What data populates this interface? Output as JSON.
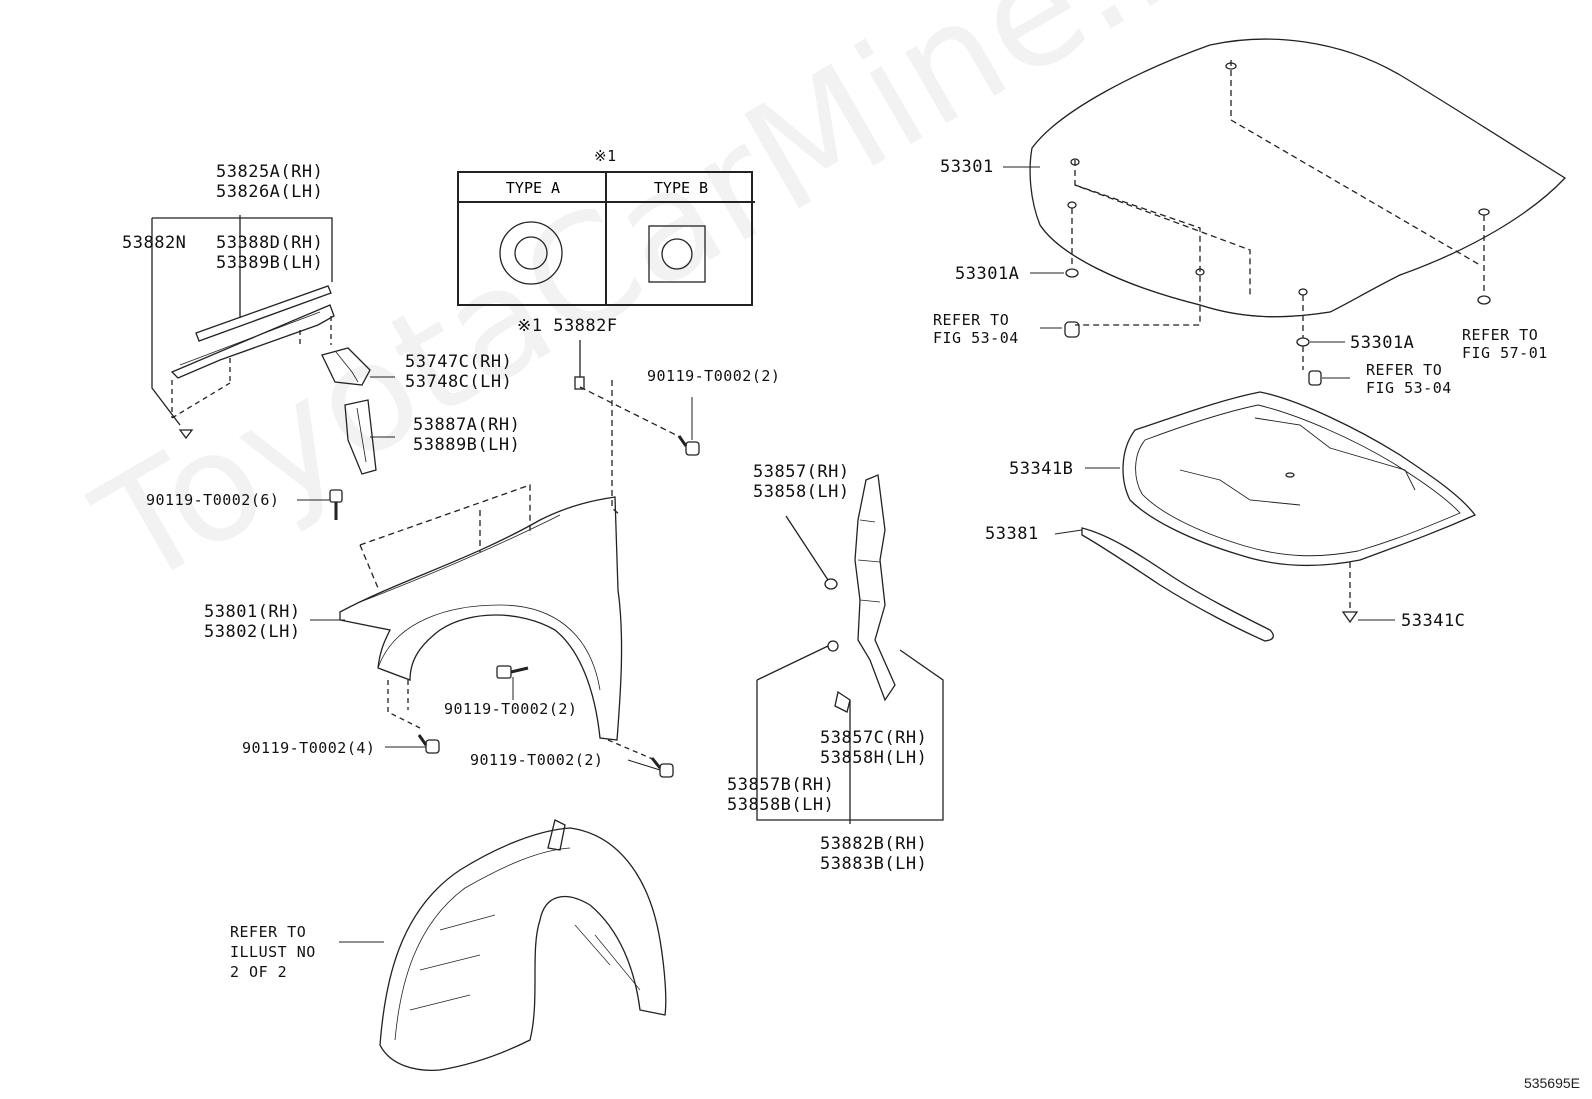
{
  "watermark": "ToyotaCarMine.ru",
  "figure_id": "535695E",
  "type_table": {
    "note_mark": "※1",
    "col_a": "TYPE A",
    "col_b": "TYPE B"
  },
  "labels": {
    "p53825A": "53825A(RH)",
    "p53826A": "53826A(LH)",
    "p53882N": "53882N",
    "p53388D": "53388D(RH)",
    "p53389B": "53389B(LH)",
    "p53747C": "53747C(RH)",
    "p53748C": "53748C(LH)",
    "p53887A": "53887A(RH)",
    "p53889B": "53889B(LH)",
    "bolt6": "90119-T0002(6)",
    "p53801": "53801(RH)",
    "p53802": "53802(LH)",
    "bolt2_mid": "90119-T0002(2)",
    "bolt4": "90119-T0002(4)",
    "bolt2_low": "90119-T0002(2)",
    "p53882F": "※1 53882F",
    "bolt2_top": "90119-T0002(2)",
    "p53857": "53857(RH)",
    "p53858": "53858(LH)",
    "p53857C": "53857C(RH)",
    "p53858H": "53858H(LH)",
    "p53857B": "53857B(RH)",
    "p53858B": "53858B(LH)",
    "p53882B": "53882B(RH)",
    "p53883B": "53883B(LH)",
    "p53301": "53301",
    "p53301A_l": "53301A",
    "refer_53_04_l1": "REFER TO",
    "refer_53_04_l2": "FIG 53-04",
    "p53301A_r": "53301A",
    "refer_57_01_l1": "REFER TO",
    "refer_57_01_l2": "FIG 57-01",
    "refer_53_04b_l1": "REFER TO",
    "refer_53_04b_l2": "FIG 53-04",
    "p53341B": "53341B",
    "p53381": "53381",
    "p53341C": "53341C",
    "refer_ill_l1": "REFER TO",
    "refer_ill_l2": "ILLUST NO",
    "refer_ill_l3": "2 OF 2"
  }
}
